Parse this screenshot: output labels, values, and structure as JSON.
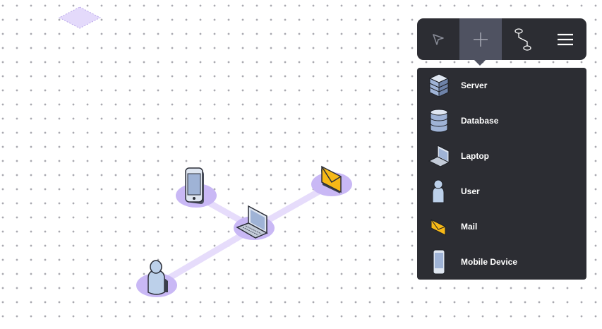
{
  "toolbar": {
    "tools": [
      {
        "icon": "pointer-icon",
        "active": false
      },
      {
        "icon": "plus-icon",
        "active": true
      },
      {
        "icon": "connector-icon",
        "active": false
      },
      {
        "icon": "menu-icon",
        "active": false
      }
    ]
  },
  "shape_menu": {
    "items": [
      {
        "label": "Server",
        "icon": "server-icon"
      },
      {
        "label": "Database",
        "icon": "database-icon"
      },
      {
        "label": "Laptop",
        "icon": "laptop-icon"
      },
      {
        "label": "User",
        "icon": "user-icon"
      },
      {
        "label": "Mail",
        "icon": "mail-icon"
      },
      {
        "label": "Mobile Device",
        "icon": "mobile-device-icon"
      }
    ]
  },
  "colors": {
    "accent": "#c9b8f5",
    "connector": "#e6dcfb",
    "panel": "#2c2d33",
    "active_tool": "#4f5261",
    "mail_yellow": "#f6b817",
    "device_blue": "#bcd0ea"
  }
}
